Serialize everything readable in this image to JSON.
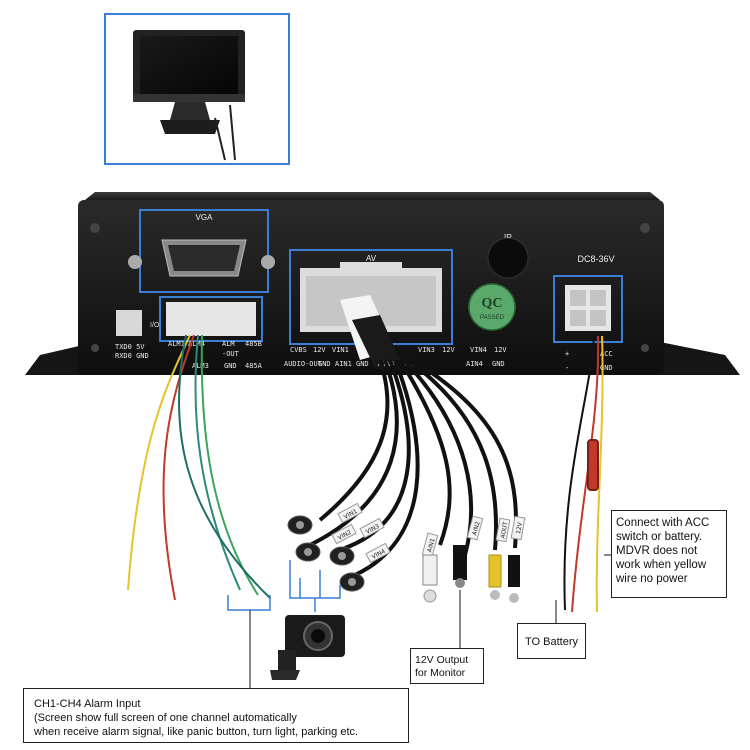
{
  "device": {
    "vga_label": "VGA",
    "av_label": "AV",
    "ir_label": "IR",
    "power_label": "DC8-36V",
    "qc_top": "QC",
    "qc_bottom": "PASSED",
    "io_label": "I/O",
    "left_pins": [
      "TXD0 5V",
      "RXD0 GND"
    ],
    "alarm_pins_top": [
      "ALM1",
      "ALM4",
      "ALM",
      "485B"
    ],
    "alarm_pins_mid": [
      "-OUT"
    ],
    "alarm_pins_bottom": [
      "ALM3",
      "GND",
      "485A"
    ],
    "av_pins_top": [
      "CVBS",
      "12V",
      "VIN1",
      "VIN3",
      "12V",
      "VIN4",
      "12V"
    ],
    "av_pins_bottom": [
      "AUDIO-OUT",
      "GND",
      "AIN1",
      "GND",
      "AIN3",
      "GND",
      "AIN4",
      "GND"
    ],
    "power_pins": [
      "+",
      "-",
      "ACC",
      "GND"
    ]
  },
  "cable_tags": [
    "VIN1",
    "VIN2",
    "VIN3",
    "VIN4",
    "AIN1",
    "AIN2",
    "AOUT",
    "12V"
  ],
  "callouts": {
    "acc": [
      "Connect with ACC",
      "switch or battery.",
      "MDVR does not",
      "work when yellow",
      "wire no power"
    ],
    "battery": "TO Battery",
    "monitor": [
      "12V Output",
      "for Monitor"
    ],
    "alarm": [
      "CH1-CH4 Alarm Input",
      "(Screen show full screen of one channel automatically",
      "when receive alarm signal, like panic button, turn light, parking etc."
    ]
  },
  "colors": {
    "highlight_box": "#3a7fd5",
    "device_body": "#1b1b1b",
    "qc_green": "#5aa86a",
    "wire_red": "#c0392b",
    "wire_yellow": "#e5c32a",
    "wire_teal": "#2e8b7a",
    "wire_green": "#3aa55a"
  }
}
